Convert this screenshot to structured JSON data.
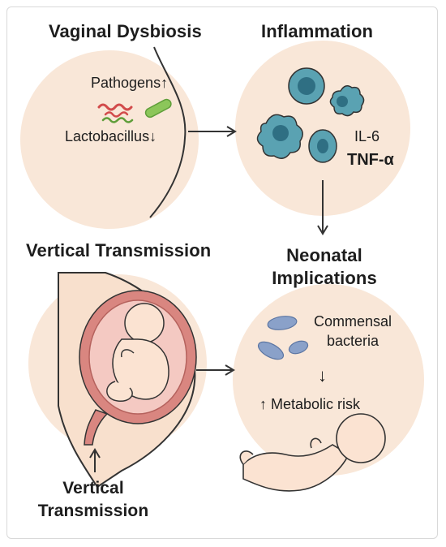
{
  "panels": {
    "dysbiosis": {
      "title": "Vaginal Dysbiosis",
      "pathogens": "Pathogens",
      "pathogens_arrow": "↑",
      "lactobacillus": "Lactobacillus",
      "lactobacillus_arrow": "↓"
    },
    "inflammation": {
      "title": "Inflammation",
      "cytokine_1": "IL-6",
      "cytokine_2": "TNF-α"
    },
    "vertical": {
      "title": "Vertical Transmission",
      "bottom_label_line1": "Vertical",
      "bottom_label_line2": "Transmission"
    },
    "neonatal": {
      "title_line1": "Neonatal",
      "title_line2": "Implications",
      "commensal_line1": "Commensal",
      "commensal_line2": "bacteria",
      "metabolic": "Metabolic risk",
      "metabolic_arrow": "↑"
    }
  },
  "colors": {
    "circle_fill": "#f9e7d8",
    "skin": "#f8e0cd",
    "outline": "#333333",
    "cell_fill": "#5aa2b2",
    "cell_nucleus": "#2f6f83",
    "uterus": "#d98680",
    "amnion": "#f4c9c2",
    "bacteria_blue": "#8aa1c9",
    "bacteria_green": "#7fbf4f",
    "bacteria_red": "#d24b4b"
  }
}
